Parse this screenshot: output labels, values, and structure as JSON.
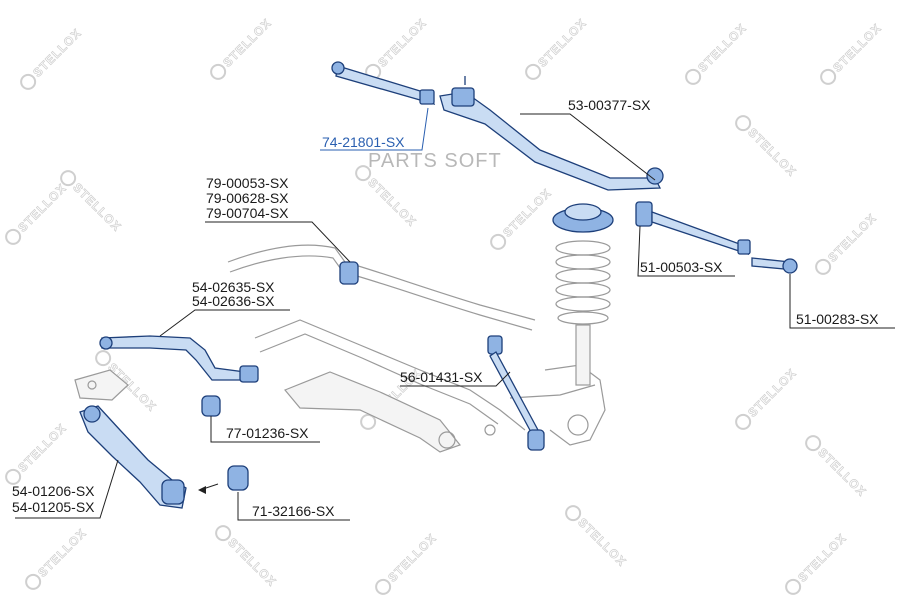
{
  "watermark": {
    "brand_text": "STELLOX"
  },
  "overlay": {
    "text": "PARTS SOFT"
  },
  "labels": {
    "tie_rod": "74-21801-SX",
    "center_link": "53-00377-SX",
    "stab_bushing_1": "79-00053-SX",
    "stab_bushing_2": "79-00628-SX",
    "stab_bushing_3": "79-00704-SX",
    "upper_arm_1": "54-02635-SX",
    "upper_arm_2": "54-02636-SX",
    "idler_arm": "51-00503-SX",
    "tie_rod_end": "51-00283-SX",
    "stab_link": "56-01431-SX",
    "arm_bushing": "77-01236-SX",
    "lower_arm_1": "54-01206-SX",
    "lower_arm_2": "54-01205-SX",
    "lower_bushing": "71-32166-SX"
  },
  "colors": {
    "part_fill": "#c9dcf3",
    "part_stroke": "#1d3f7a",
    "highlight_label": "#2a5fb0",
    "watermark": "#cfcfcf"
  }
}
